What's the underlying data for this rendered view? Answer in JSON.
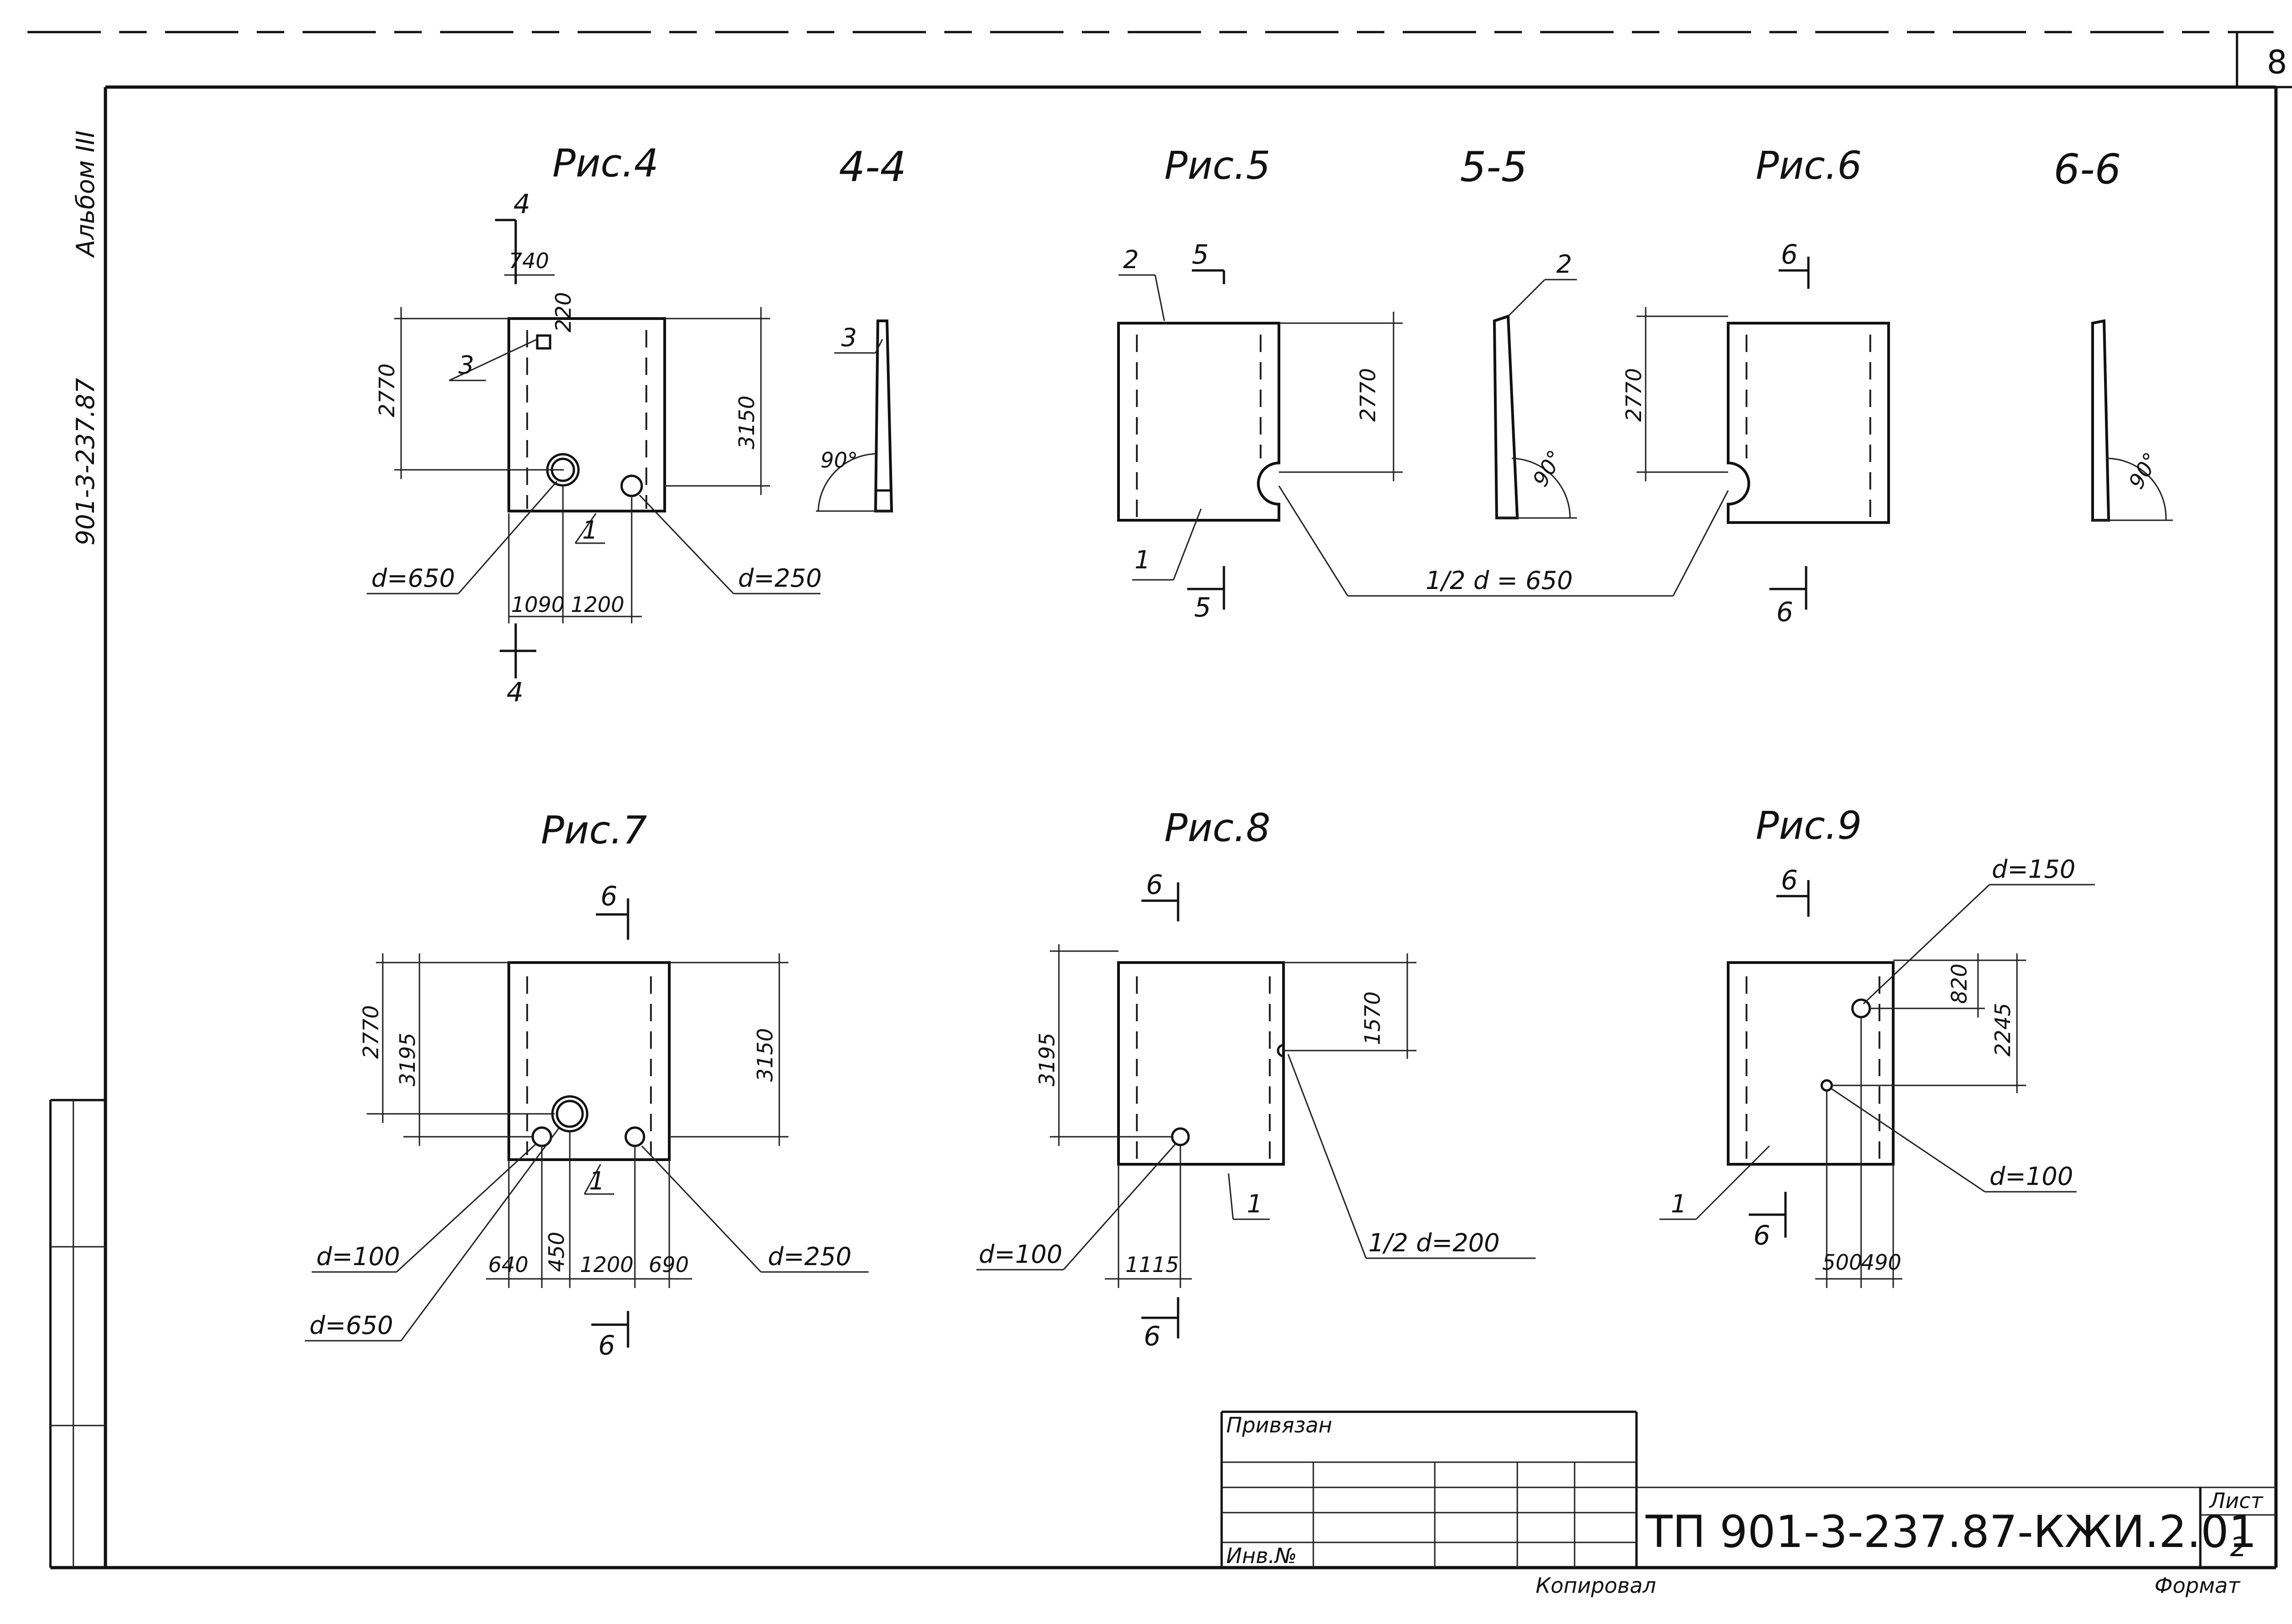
{
  "sheet_number_corner": "8",
  "side_labels": {
    "album": "Альбом III",
    "series": "901-3-237.87"
  },
  "figures": {
    "fig4": {
      "title": "Рис.4",
      "section": "4-4",
      "cut_label": "4",
      "dims": {
        "d740": "740",
        "d220": "220",
        "d2770": "2770",
        "d3150": "3150",
        "d1090": "1090",
        "d1200": "1200"
      },
      "callouts": {
        "c1": "1",
        "c3": "3",
        "c3s": "3"
      },
      "hole_large": "d=650",
      "hole_small": "d=250",
      "angle": "90°"
    },
    "fig5": {
      "title": "Рис.5",
      "section": "5-5",
      "cut_label": "5",
      "dims": {
        "d2770": "2770"
      },
      "callouts": {
        "c1": "1",
        "c2": "2",
        "c2s": "2"
      },
      "half_hole": "1/2  d = 650",
      "angle": "90°"
    },
    "fig6": {
      "title": "Рис.6",
      "section": "6-6",
      "cut_label": "6",
      "dims": {
        "d2770": "2770"
      },
      "angle": "90°"
    },
    "fig7": {
      "title": "Рис.7",
      "cut_label": "6",
      "dims": {
        "d2770": "2770",
        "d3195": "3195",
        "d3150": "3150",
        "d640": "640",
        "d450": "450",
        "d1200": "1200",
        "d690": "690"
      },
      "callouts": {
        "c1": "1"
      },
      "hole_100": "d=100",
      "hole_650": "d=650",
      "hole_250": "d=250"
    },
    "fig8": {
      "title": "Рис.8",
      "cut_label": "6",
      "dims": {
        "d3195": "3195",
        "d1570": "1570",
        "d1115": "1115"
      },
      "callouts": {
        "c1": "1"
      },
      "hole_100": "d=100",
      "half_hole": "1/2 d=200"
    },
    "fig9": {
      "title": "Рис.9",
      "cut_label": "6",
      "dims": {
        "d820": "820",
        "d2245": "2245",
        "d500": "500",
        "d490": "490"
      },
      "callouts": {
        "c1": "1"
      },
      "hole_150": "d=150",
      "hole_100": "d=100"
    }
  },
  "title_block": {
    "attached": "Привязан",
    "inv": "Инв.№",
    "code": "ТП 901-3-237.87-КЖИ.2.01",
    "sheet_label": "Лист",
    "sheet_value": "2",
    "copied": "Копировал",
    "format": "Формат"
  }
}
